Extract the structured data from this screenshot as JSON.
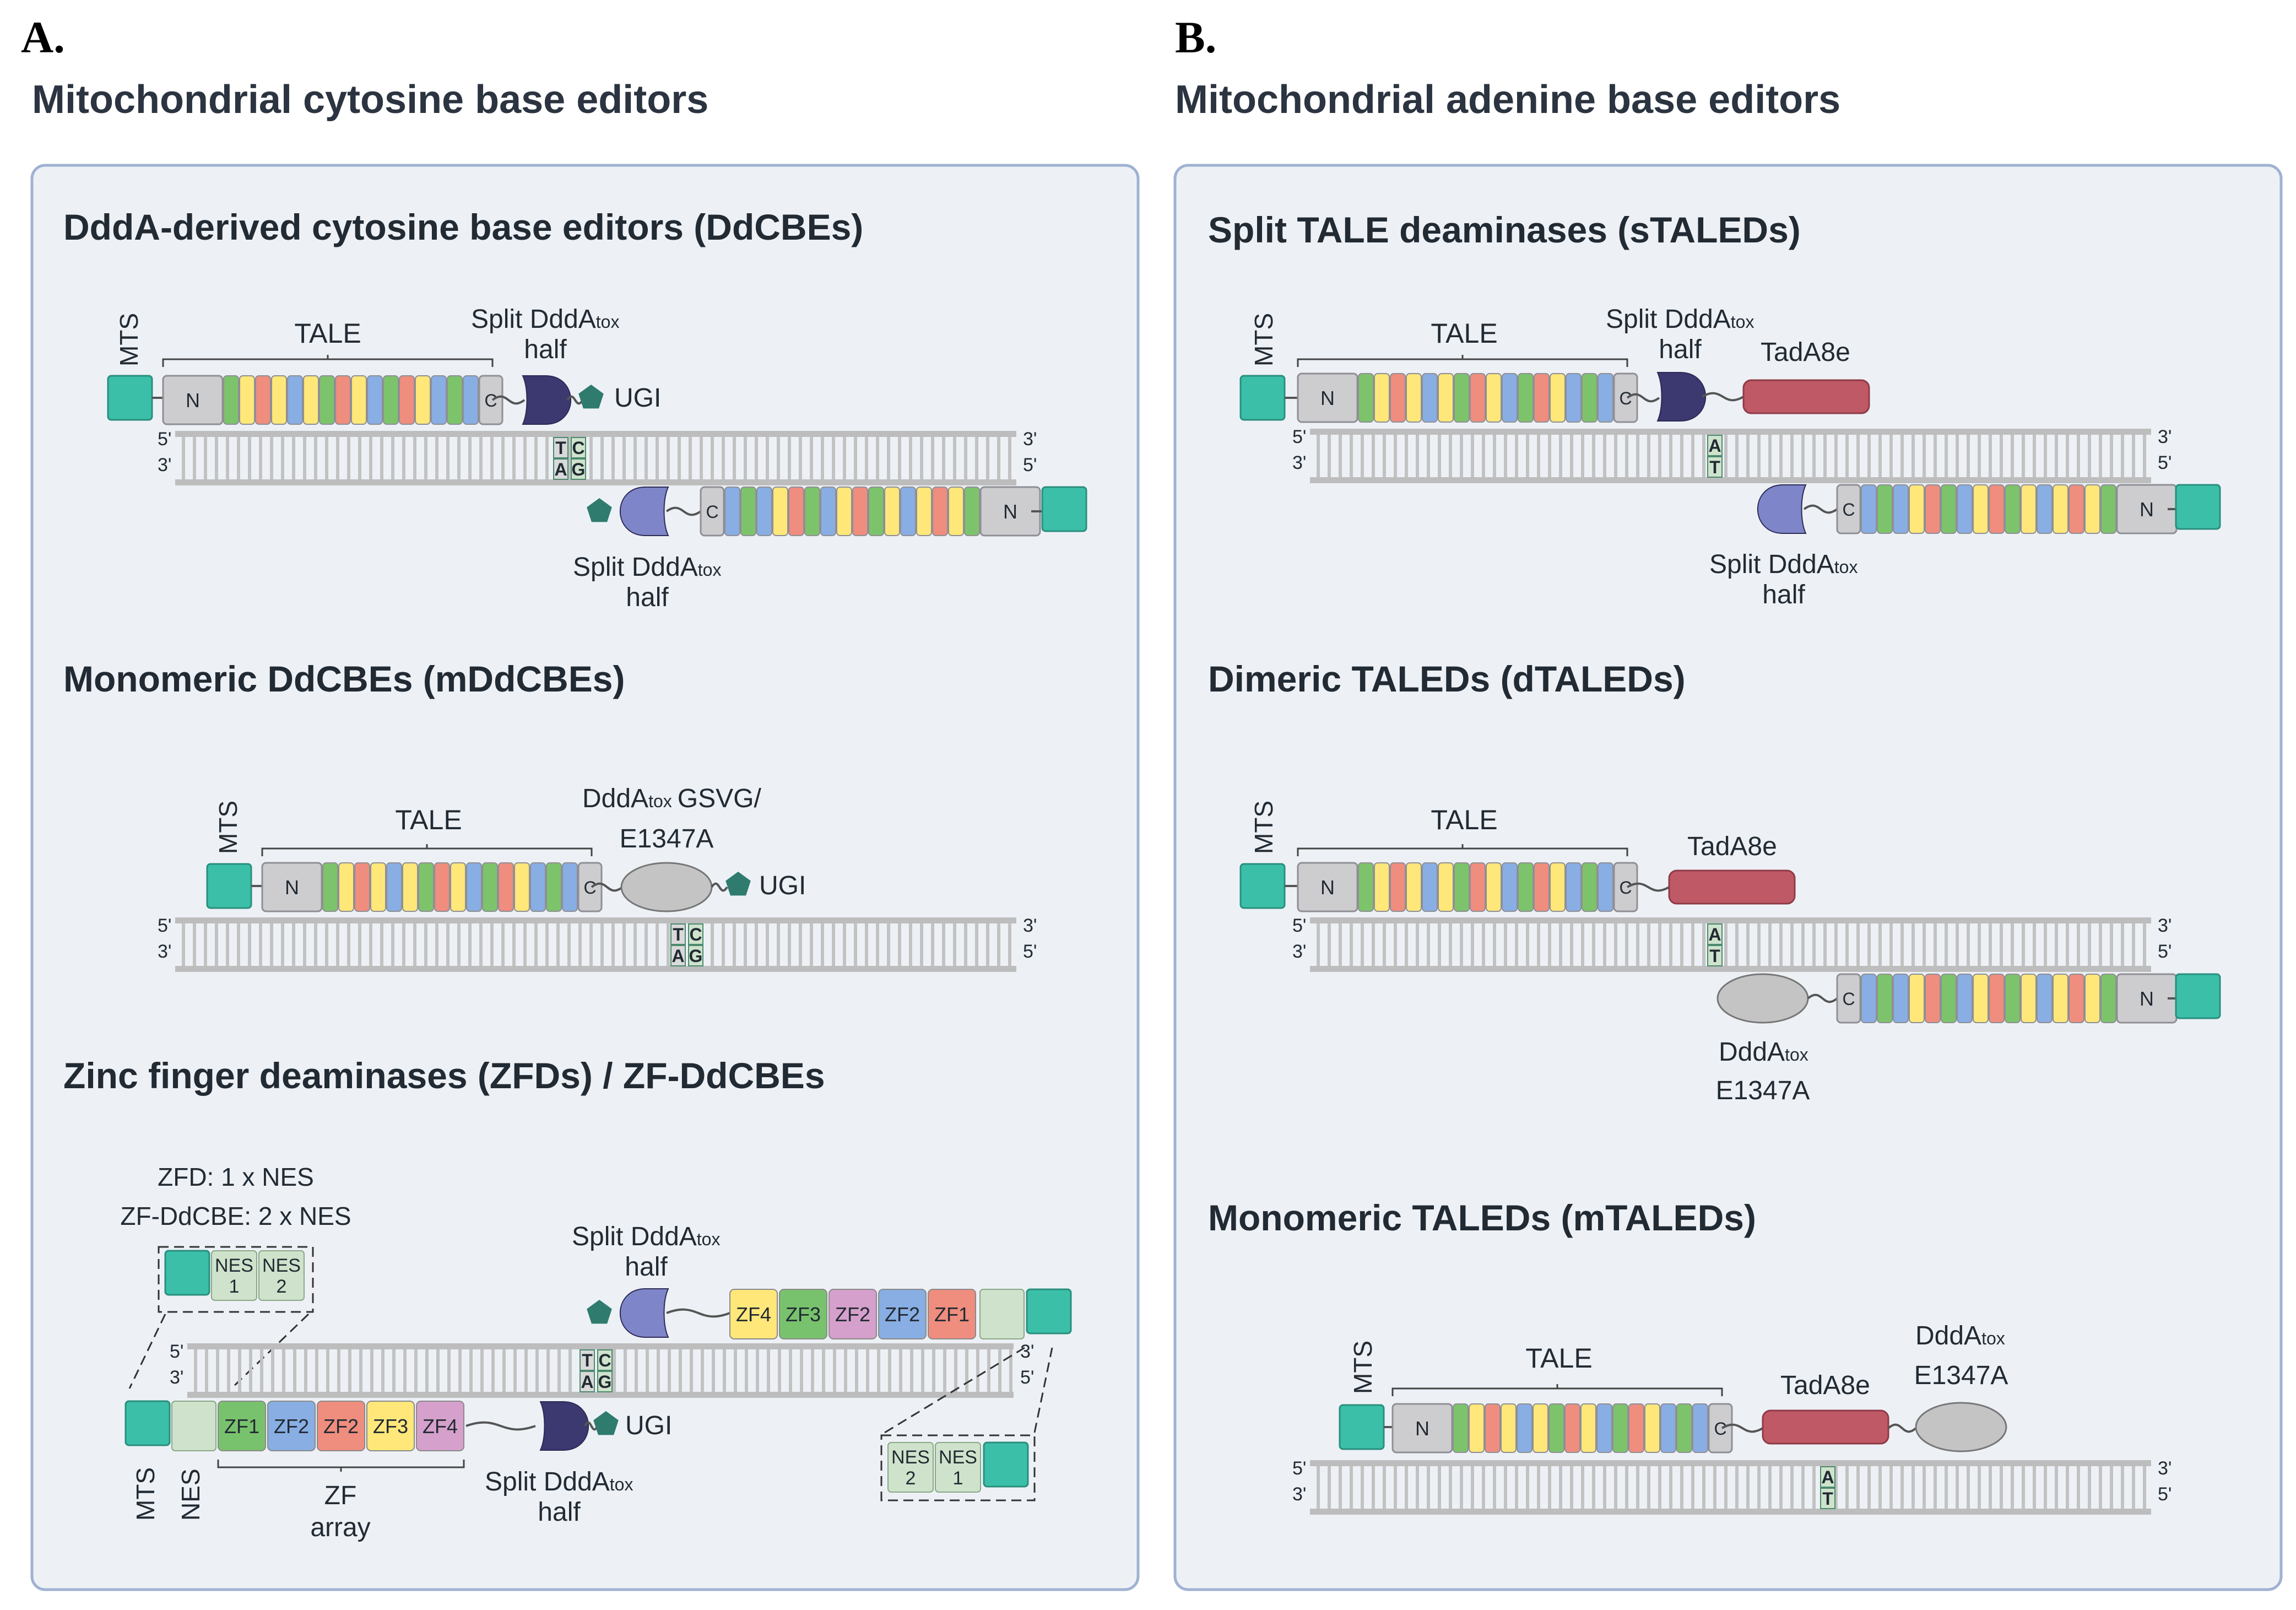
{
  "panelA": {
    "letter": "A.",
    "title": "Mitochondrial cytosine base editors",
    "p1": {
      "title": "DddA-derived cytosine base editors (DdCBEs)",
      "mts": "MTS",
      "tale": "TALE",
      "top_split_1": "Split DddA",
      "top_split_sub": "tox",
      "top_split_2": "half",
      "ugi": "UGI",
      "bot_split_1": "Split DddA",
      "bot_split_sub": "tox",
      "bot_split_2": "half",
      "n": "N",
      "c": "C",
      "p5": "5'",
      "p3": "3'",
      "base_top": [
        "T",
        "C"
      ],
      "base_bot": [
        "A",
        "G"
      ]
    },
    "p2": {
      "title": "Monomeric DdCBEs (mDdCBEs)",
      "mts": "MTS",
      "tale": "TALE",
      "dd_1": "DddA",
      "dd_sub": "tox",
      "dd_2": "GSVG/",
      "dd_3": "E1347A",
      "ugi": "UGI"
    },
    "p3": {
      "title": "Zinc finger deaminases (ZFDs) / ZF-DdCBEs",
      "note1": "ZFD: 1 x NES",
      "note2": "ZF-DdCBE: 2 x NES",
      "nes_top": [
        "NES",
        "1",
        "NES",
        "2"
      ],
      "nes_bot": [
        "NES",
        "2",
        "NES",
        "1"
      ],
      "top_split_1": "Split DddA",
      "top_split_sub": "tox",
      "top_split_2": "half",
      "bot_split_1": "Split DddA",
      "bot_split_sub": "tox",
      "bot_split_2": "half",
      "zf_top": [
        "ZF4",
        "ZF3",
        "ZF2",
        "ZF2",
        "ZF1"
      ],
      "zf_bot": [
        "ZF1",
        "ZF2",
        "ZF2",
        "ZF3",
        "ZF4"
      ],
      "ugi": "UGI",
      "mts": "MTS",
      "nes": "NES",
      "zf_1": "ZF",
      "zf_2": "array"
    }
  },
  "panelB": {
    "letter": "B.",
    "title": "Mitochondrial adenine base editors",
    "p1": {
      "title": "Split TALE deaminases (sTALEDs)",
      "mts": "MTS",
      "tale": "TALE",
      "top_split_1": "Split DddA",
      "top_split_sub": "tox",
      "top_split_2": "half",
      "tad": "TadA8e",
      "bot_split_1": "Split DddA",
      "bot_split_sub": "tox",
      "bot_split_2": "half",
      "base_top": [
        "A"
      ],
      "base_bot": [
        "T"
      ]
    },
    "p2": {
      "title": "Dimeric TALEDs (dTALEDs)",
      "mts": "MTS",
      "tale": "TALE",
      "tad": "TadA8e",
      "dd_1": "DddA",
      "dd_sub": "tox",
      "dd_2": "E1347A"
    },
    "p3": {
      "title": "Monomeric TALEDs (mTALEDs)",
      "mts": "MTS",
      "tale": "TALE",
      "tad": "TadA8e",
      "dd_1": "DddA",
      "dd_sub": "tox",
      "dd_2": "E1347A"
    }
  },
  "colors": {
    "box_bg": "#edf1f6",
    "box_border": "#9fb2d2",
    "mts": "#3bbfa9",
    "tale_cap": "#cdcdd0",
    "split_dark": "#3c3870",
    "split_light": "#7e86c9",
    "ugi": "#2f7b6e",
    "tad": "#bf5966",
    "ddda_gray": "#c4c4c4",
    "nes": "#cfe3cc",
    "repeats": [
      "#7dc36b",
      "#ffe77a",
      "#ef8d7e",
      "#88aee3"
    ]
  }
}
